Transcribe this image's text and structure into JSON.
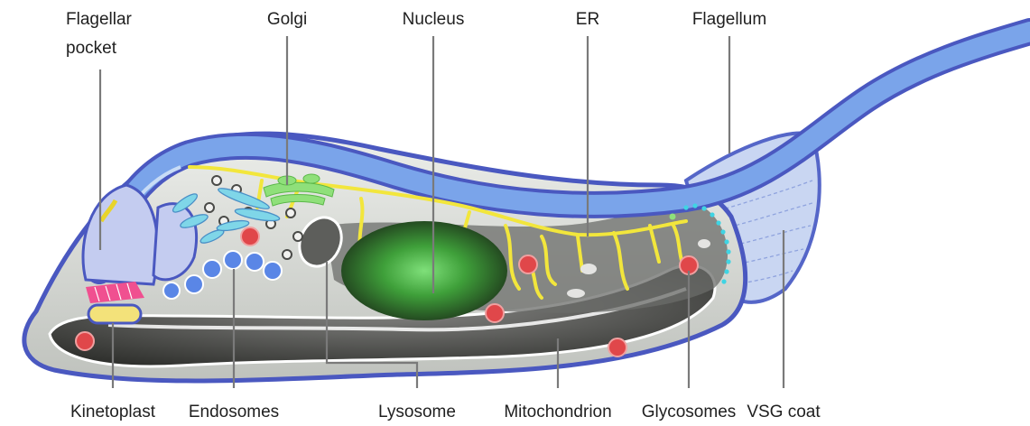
{
  "labels": {
    "flagellar_pocket_line1": "Flagellar",
    "flagellar_pocket_line2": "pocket",
    "golgi": "Golgi",
    "nucleus": "Nucleus",
    "er": "ER",
    "flagellum": "Flagellum",
    "kinetoplast": "Kinetoplast",
    "endosomes": "Endosomes",
    "lysosome": "Lysosome",
    "mitochondrion": "Mitochondrion",
    "glycosomes": "Glycosomes",
    "vsg_coat": "VSG coat"
  },
  "colors": {
    "membrane": "#5566c8",
    "flagellum": "#6f98e8",
    "cytoplasm": "#d4d6d2",
    "mitochondrion": "#3f403d",
    "er": "#f2e63c",
    "nucleus": "#2f8a3a",
    "golgi": "#8fe07a",
    "glycosome": "#e0474a",
    "endosome": "#5a86e6",
    "kinetoplast": "#f3e27a",
    "vsg_dots": "#3fd4e3"
  }
}
